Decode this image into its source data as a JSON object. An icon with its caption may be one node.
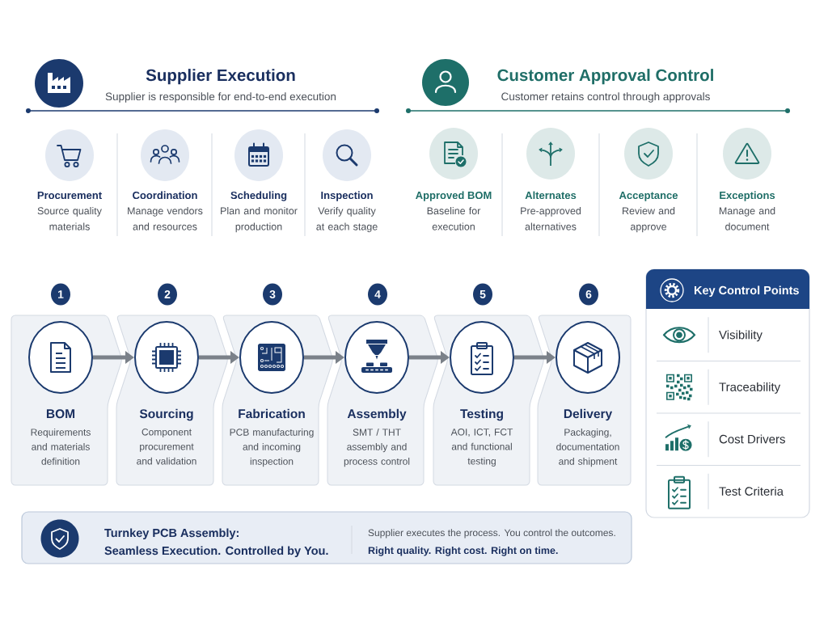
{
  "diagram": {
    "nodes": [
      {
        "text": [
          "1"
        ]
      },
      {
        "text": [
          "BOM",
          "Requirements and materials definition"
        ]
      },
      {
        "text": [],
        "shape": "circle",
        "in": 1
      },
      {
        "text": [
          "2"
        ]
      },
      {
        "text": [
          "Sourcing",
          "Component procurement and validation"
        ]
      },
      {
        "text": [],
        "shape": "circle",
        "in": 4
      },
      {
        "text": [
          "3"
        ]
      },
      {
        "text": [
          "Fabrication",
          "PCB manufacturing and incoming inspection"
        ]
      },
      {
        "text": [],
        "shape": "circle",
        "in": 7
      },
      {
        "text": [
          "4"
        ]
      },
      {
        "text": [
          "Assembly",
          "SMT / THT assembly and process control"
        ]
      },
      {
        "text": [],
        "shape": "circle",
        "in": 10
      },
      {
        "text": [
          "5"
        ]
      },
      {
        "text": [
          "Testing",
          "AOI, ICT, FCT and functional testing"
        ]
      },
      {
        "text": [],
        "shape": "circle",
        "in": 13
      },
      {
        "text": [
          "6"
        ]
      },
      {
        "text": [
          "Delivery",
          "Packaging, documentation and shipment"
        ]
      },
      {
        "text": [],
        "shape": "circle",
        "in": 16
      },
      {
        "text": [
          "Key Control Points"
        ]
      },
      {
        "text": [
          "Visibility"
        ],
        "in": 18
      },
      {
        "text": [
          "Traceability"
        ],
        "in": 18
      },
      {
        "text": [
          "Cost Drivers"
        ],
        "in": 18
      },
      {
        "text": [
          "Test Criteria"
        ],
        "in": 18
      },
      {
        "text": [
          "Turnkey PCB Assembly:",
          "Seamless Execution. Controlled by You.",
          "Supplier executes the process. You control the outcomes.",
          "Right quality. Right cost. Right on time."
        ]
      }
    ],
    "edges": [
      {
        "from": 2,
        "to": 5,
        "arrow": "to"
      },
      {
        "from": 5,
        "to": 8,
        "arrow": "to"
      },
      {
        "from": 8,
        "to": 11,
        "arrow": "to"
      },
      {
        "from": 11,
        "to": 14,
        "arrow": "to"
      },
      {
        "from": 14,
        "to": 17,
        "arrow": "to"
      }
    ],
    "labels": [
      "Supplier Execution",
      "Supplier is responsible for end-to-end execution",
      "Procurement",
      "Source quality materials",
      "Coordination",
      "Manage vendors and resources",
      "Scheduling",
      "Plan and monitor production",
      "Inspection",
      "Verify quality at each stage",
      "Customer Approval Control",
      "Customer retains control through approvals",
      "Approved BOM",
      "Baseline for execution",
      "Alternates",
      "Pre-approved alternatives",
      "Acceptance",
      "Review and approve",
      "Exceptions",
      "Manage and document"
    ]
  }
}
